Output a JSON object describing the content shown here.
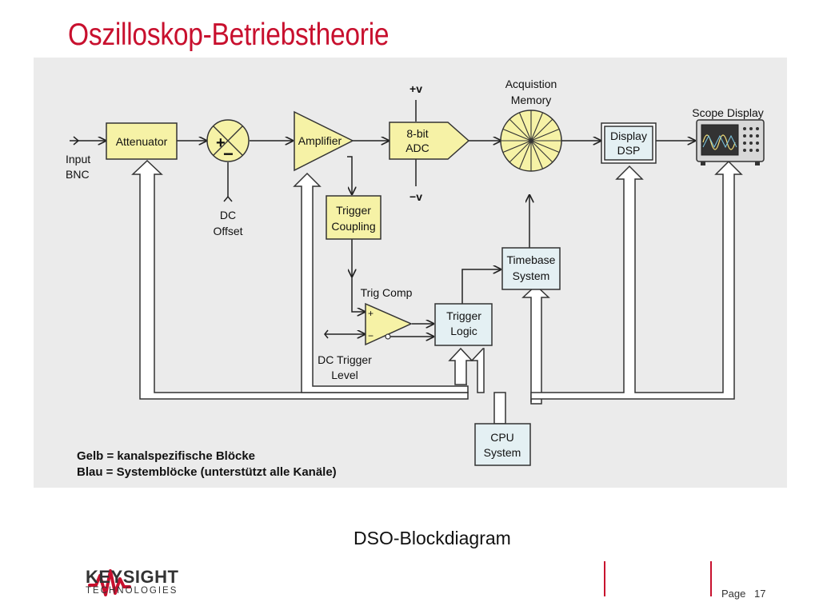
{
  "title": "Oszilloskop-Betriebstheorie",
  "diagram": {
    "input_line1": "Input",
    "input_line2": "BNC",
    "attenuator": "Attenuator",
    "plus": "+",
    "minus": "−",
    "dc_offset_line1": "DC",
    "dc_offset_line2": "Offset",
    "amplifier": "Amplifier",
    "plus_v": "+v",
    "minus_v": "−v",
    "adc_line1": "8-bit",
    "adc_line2": "ADC",
    "memory_line1": "Acquistion",
    "memory_line2": "Memory",
    "display_dsp_line1": "Display",
    "display_dsp_line2": "DSP",
    "scope_display": "Scope Display",
    "trigger_coupling_line1": "Trigger",
    "trigger_coupling_line2": "Coupling",
    "trig_comp": "Trig Comp",
    "comp_plus": "+",
    "comp_minus": "−",
    "dc_trigger_line1": "DC Trigger",
    "dc_trigger_line2": "Level",
    "trigger_logic_line1": "Trigger",
    "trigger_logic_line2": "Logic",
    "timebase_line1": "Timebase",
    "timebase_line2": "System",
    "cpu_line1": "CPU",
    "cpu_line2": "System",
    "yellow_fill": "#f6f2a6",
    "blue_fill": "#e4f0f3"
  },
  "legend": {
    "line1": "Gelb = kanalspezifische Blöcke",
    "line2": "Blau = Systemblöcke (unterstützt alle Kanäle)"
  },
  "caption": "DSO-Blockdiagram",
  "footer": {
    "brand": "KEYSIGHT",
    "brand_sub": "TECHNOLOGIES",
    "page_label": "Page",
    "page_number": "17",
    "accent": "#c8102e"
  }
}
